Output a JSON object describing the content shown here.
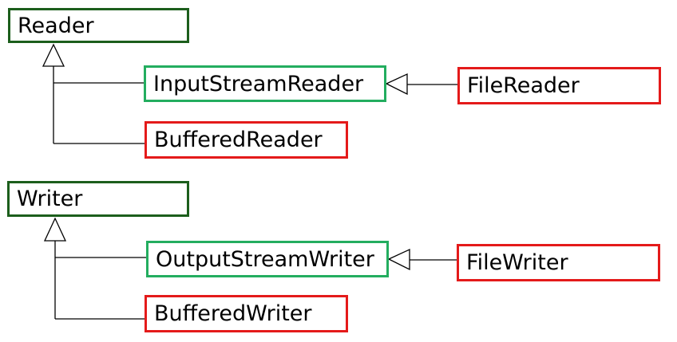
{
  "diagram": {
    "reader_group": {
      "base": "Reader",
      "bridge": "InputStreamReader",
      "file_class": "FileReader",
      "buffered_class": "BufferedReader"
    },
    "writer_group": {
      "base": "Writer",
      "bridge": "OutputStreamWriter",
      "file_class": "FileWriter",
      "buffered_class": "BufferedWriter"
    },
    "colors": {
      "abstract_border": "#1c5e1c",
      "bridge_border": "#23ad5f",
      "concrete_border": "#e41a1a",
      "connector": "#000000"
    }
  }
}
